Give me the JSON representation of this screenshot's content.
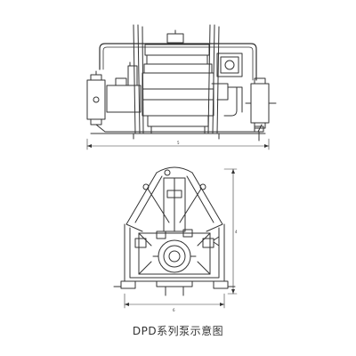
{
  "caption": "DPD系列泵示意图",
  "dimensions": {
    "width_label": "5",
    "height_label": "4",
    "depth_label": "6"
  },
  "colors": {
    "line": "#333333",
    "background": "#ffffff"
  }
}
